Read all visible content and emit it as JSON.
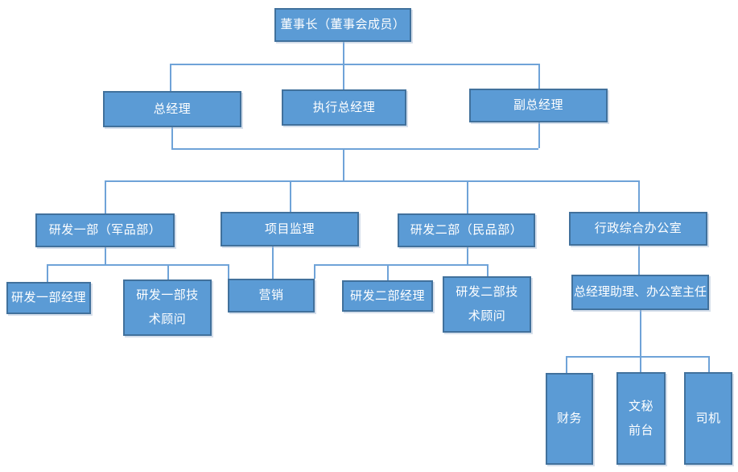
{
  "diagram": {
    "type": "org-chart",
    "background": "#FFFFFF",
    "colors": {
      "box_fill": "#5B9BD5",
      "box_border": "#41719C",
      "connector_line": "#6FA3D8",
      "text": "#FFFFFF"
    },
    "nodes": {
      "chairman": {
        "label": "董事长（董事会成员）",
        "level": 1
      },
      "general_manager": {
        "label": "总经理",
        "level": 2
      },
      "executive_gm": {
        "label": "执行总经理",
        "level": 2
      },
      "deputy_gm": {
        "label": "副总经理",
        "level": 2
      },
      "rd_dept1": {
        "label": "研发一部（军品部）",
        "level": 3
      },
      "project_supervision": {
        "label": "项目监理",
        "level": 3
      },
      "rd_dept2": {
        "label": "研发二部（民品部）",
        "level": 3
      },
      "admin_office": {
        "label": "行政综合办公室",
        "level": 3
      },
      "rd1_manager": {
        "label": "研发一部经理",
        "level": 4
      },
      "rd1_tech_advisor": {
        "label": "研发一部技术顾问",
        "level": 4
      },
      "marketing": {
        "label": "营销",
        "level": 4
      },
      "rd2_manager": {
        "label": "研发二部经理",
        "level": 4
      },
      "rd2_tech_advisor": {
        "label": "研发二部技术顾问",
        "level": 4
      },
      "gm_assistant": {
        "label": "总经理助理、办公室主任",
        "level": 4
      },
      "finance": {
        "label": "财务",
        "level": 5
      },
      "secretary_frontdesk": {
        "label": "文秘前台",
        "level": 5
      },
      "driver": {
        "label": "司机",
        "level": 5
      }
    }
  }
}
